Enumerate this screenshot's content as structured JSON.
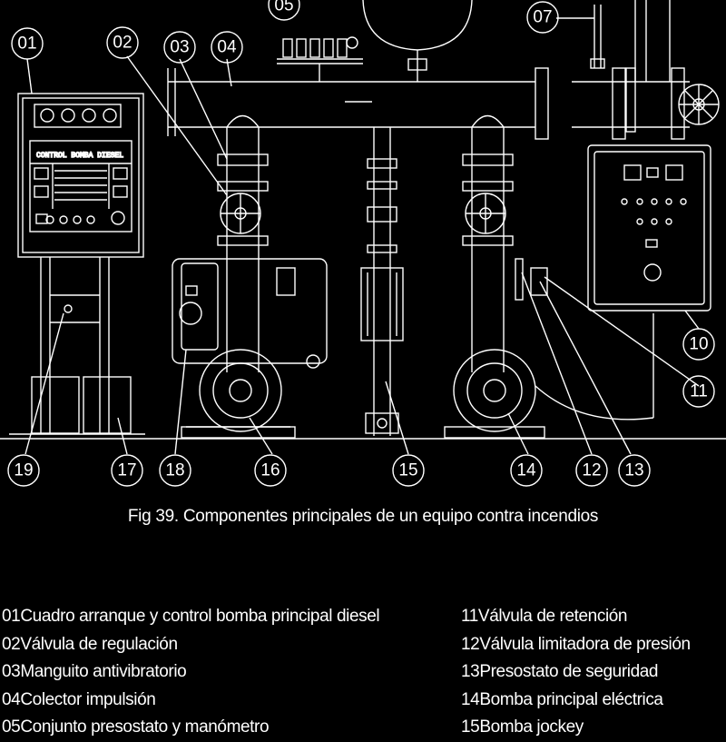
{
  "caption": "Fig 39. Componentes principales de un equipo contra incendios",
  "diagram": {
    "panel_label": "CONTROL BOMBA DIESEL",
    "callouts": [
      "01",
      "02",
      "03",
      "04",
      "05",
      "07",
      "10",
      "11",
      "12",
      "13",
      "14",
      "15",
      "16",
      "17",
      "18",
      "19"
    ]
  },
  "legend_left": [
    "01Cuadro arranque y control bomba principal diesel",
    "02Válvula de regulación",
    "03Manguito antivibratorio",
    "04Colector impulsión",
    "05Conjunto presostato y manómetro"
  ],
  "legend_right": [
    "11Válvula de retención",
    "12Válvula limitadora de presión",
    "13Presostato de seguridad",
    "14Bomba principal eléctrica",
    "15Bomba jockey"
  ]
}
